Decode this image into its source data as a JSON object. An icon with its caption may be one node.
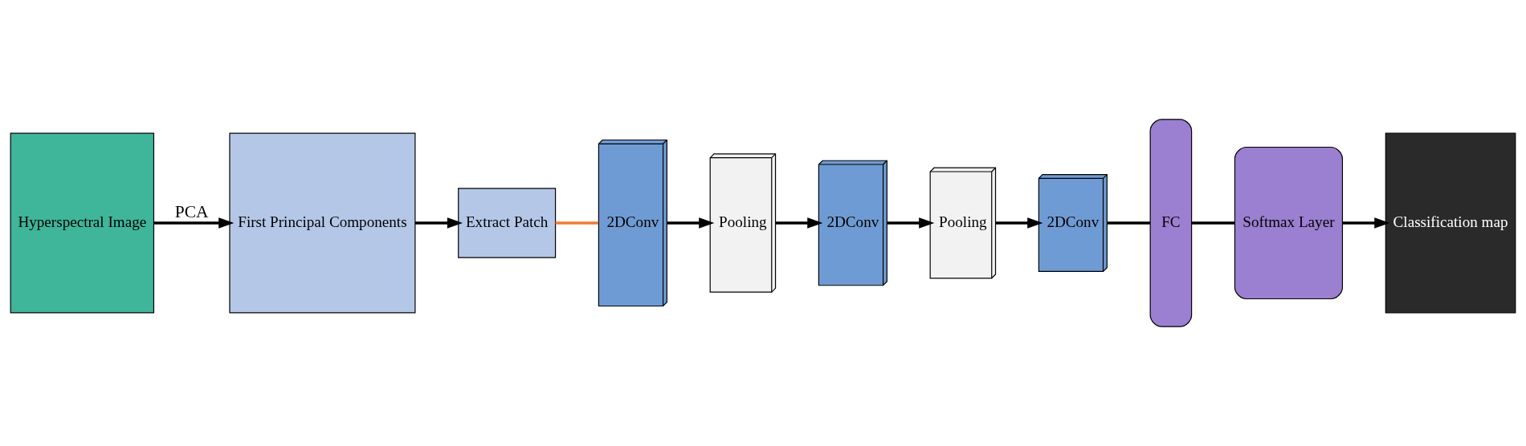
{
  "diagram": {
    "nodes": [
      {
        "text": [
          "Hyperspectral Image"
        ]
      },
      {
        "text": [
          "First Principal Components"
        ]
      },
      {
        "text": [
          "Extract Patch"
        ]
      },
      {
        "text": [
          "2DConv"
        ]
      },
      {
        "text": [
          "Pooling"
        ]
      },
      {
        "text": [
          "2DConv"
        ]
      },
      {
        "text": [
          "Pooling"
        ]
      },
      {
        "text": [
          "2DConv"
        ]
      },
      {
        "text": [
          "FC"
        ]
      },
      {
        "text": [
          "Softmax Layer"
        ]
      },
      {
        "text": [
          "Classification map"
        ]
      }
    ],
    "edges": [
      {
        "from": 0,
        "to": 1,
        "arrow": "to",
        "label": "PCA"
      },
      {
        "from": 1,
        "to": 2,
        "arrow": "to"
      },
      {
        "from": 2,
        "to": 3,
        "arrow": "none",
        "color": "#ed7d31"
      },
      {
        "from": 3,
        "to": 4,
        "arrow": "to"
      },
      {
        "from": 4,
        "to": 5,
        "arrow": "to"
      },
      {
        "from": 5,
        "to": 6,
        "arrow": "to"
      },
      {
        "from": 6,
        "to": 7,
        "arrow": "to"
      },
      {
        "from": 7,
        "to": 8,
        "arrow": "none"
      },
      {
        "from": 8,
        "to": 9,
        "arrow": "none"
      },
      {
        "from": 9,
        "to": 10,
        "arrow": "to"
      }
    ]
  }
}
